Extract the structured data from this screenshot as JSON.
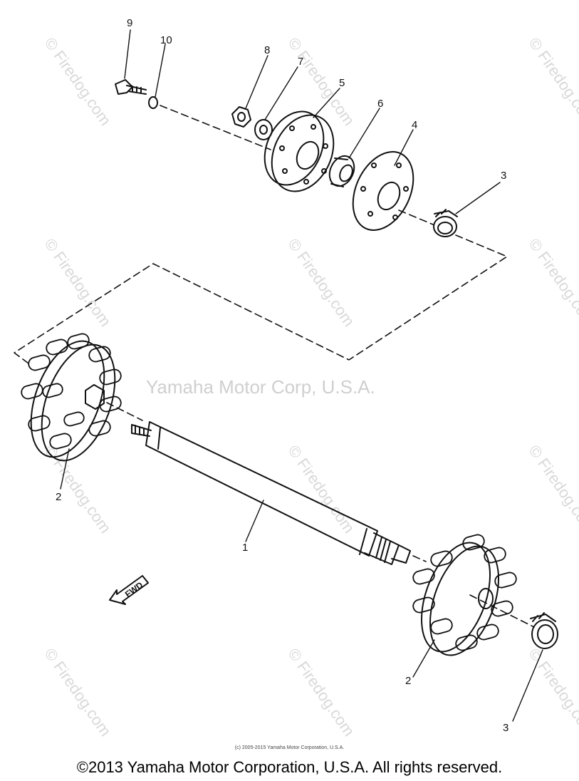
{
  "watermarks": {
    "site": "© Firedog.com",
    "center": "Yamaha Motor Corp, U.S.A."
  },
  "callouts": [
    "9",
    "10",
    "8",
    "7",
    "5",
    "6",
    "4",
    "3",
    "2",
    "1",
    "2",
    "3"
  ],
  "direction_label": "FWD",
  "footer": {
    "fine_print": "(c) 2005-2015 Yamaha Motor Corporation, U.S.A.",
    "copyright": "©2013 Yamaha Motor Corporation, U.S.A. All rights reserved."
  },
  "colors": {
    "line": "#111111",
    "watermark": "#d0d0d0"
  }
}
